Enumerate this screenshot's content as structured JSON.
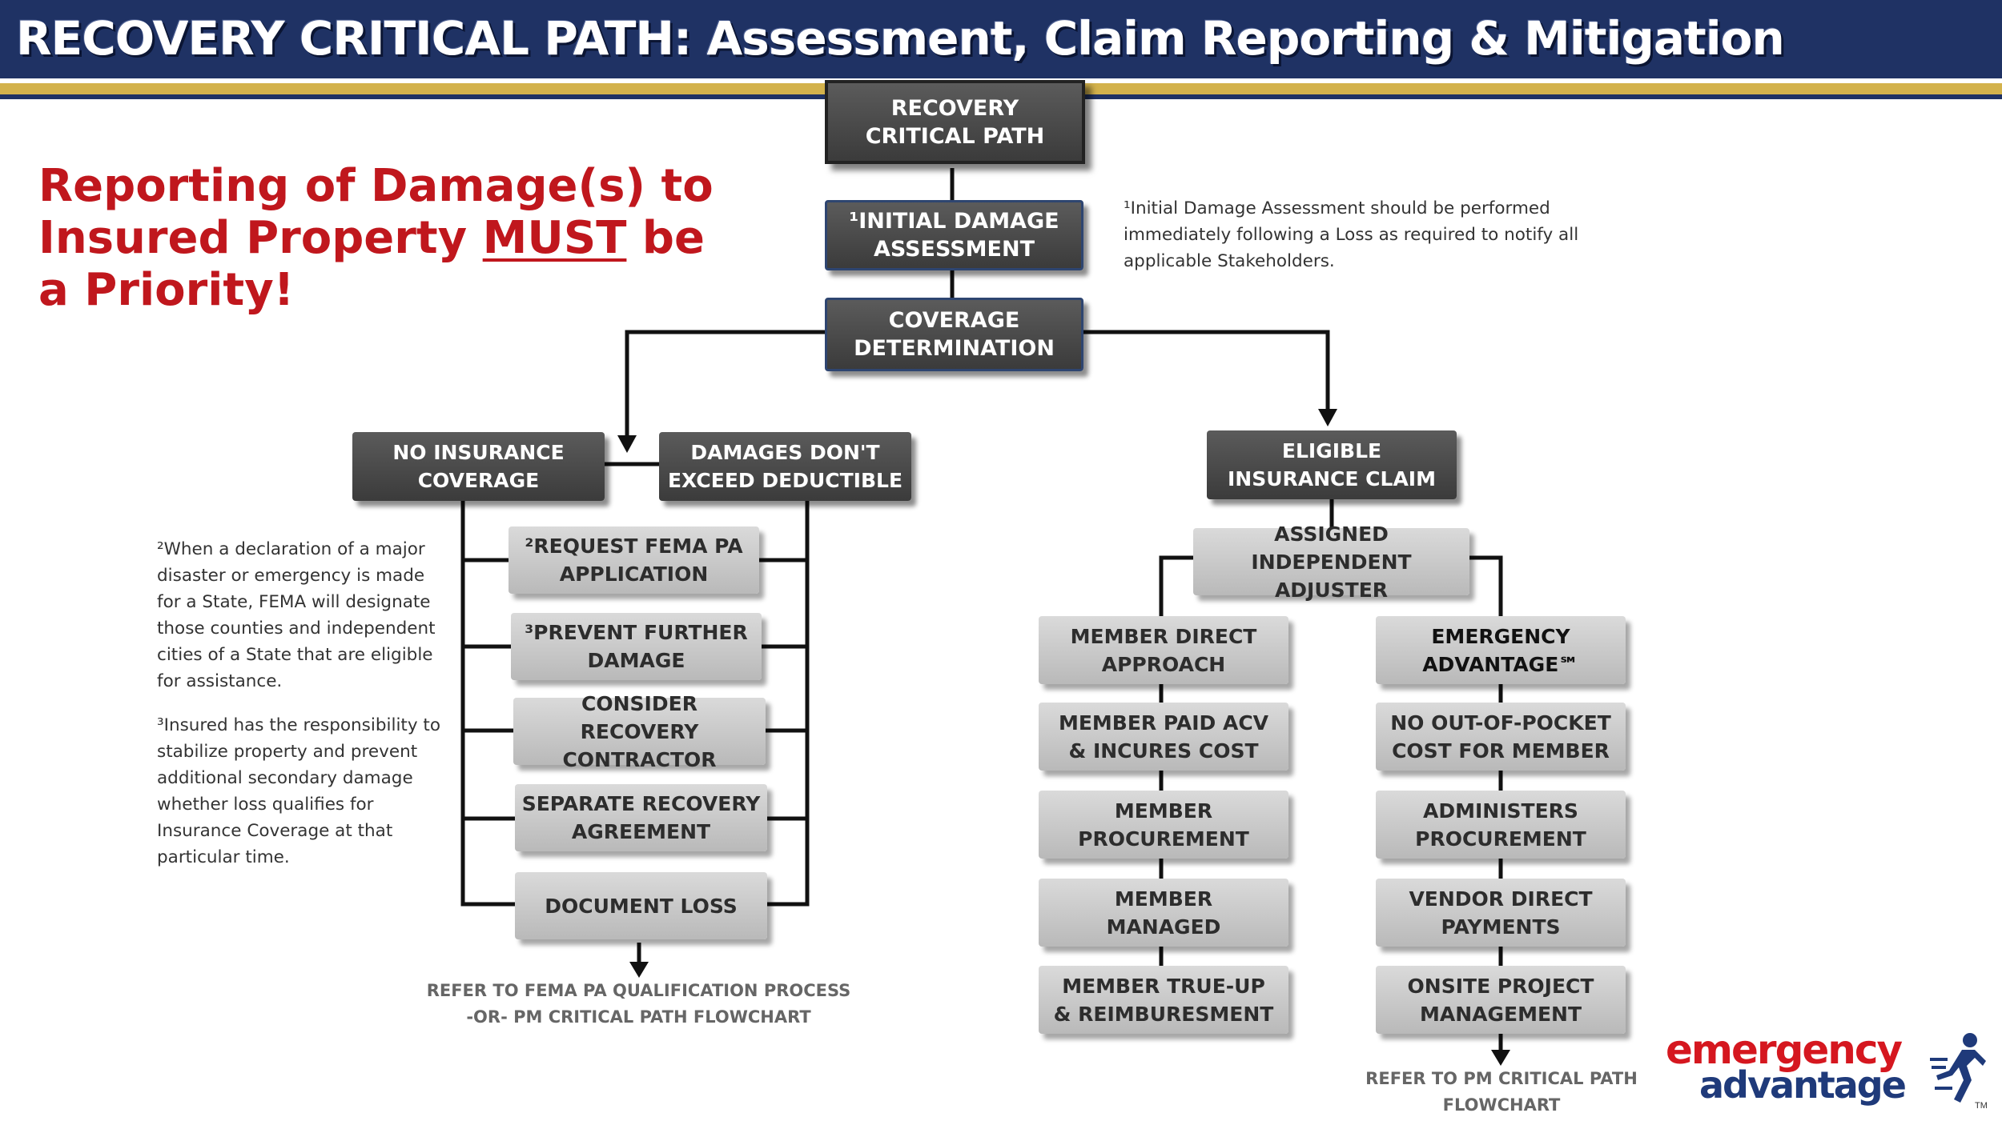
{
  "header": {
    "title": "RECOVERY CRITICAL PATH: Assessment, Claim Reporting & Mitigation"
  },
  "priority": {
    "line1": "Reporting of Damage(s) to",
    "line2_pre": "Insured Property ",
    "line2_must": "MUST",
    "line2_post": " be",
    "line3": "a Priority!"
  },
  "boxes": {
    "top": "RECOVERY\nCRITICAL PATH",
    "initial": "¹INITIAL DAMAGE\nASSESSMENT",
    "coverage": "COVERAGE\nDETERMINATION",
    "no_insurance": "NO INSURANCE\nCOVERAGE",
    "deductible": "DAMAGES DON'T\nEXCEED DEDUCTIBLE",
    "eligible": "ELIGIBLE\nINSURANCE CLAIM",
    "fema": "²REQUEST FEMA PA\nAPPLICATION",
    "prevent": "³PREVENT FURTHER\nDAMAGE",
    "consider": "CONSIDER RECOVERY\nCONTRACTOR",
    "separate": "SEPARATE RECOVERY\nAGREEMENT",
    "document": "DOCUMENT LOSS",
    "adjuster": "ASSIGNED\nINDEPENDENT ADJUSTER",
    "member_direct": "MEMBER DIRECT\nAPPROACH",
    "member_paid": "MEMBER PAID ACV\n& INCURES COST",
    "member_procurement": "MEMBER\nPROCUREMENT",
    "member_managed": "MEMBER\nMANAGED",
    "member_trueup": "MEMBER TRUE-UP\n& REIMBURESMENT",
    "ea": "EMERGENCY\nADVANTAGE℠",
    "no_oop": "NO OUT-OF-POCKET\nCOST FOR MEMBER",
    "administers": "ADMINISTERS\nPROCUREMENT",
    "vendor": "VENDOR DIRECT\nPAYMENTS",
    "onsite": "ONSITE PROJECT\nMANAGEMENT"
  },
  "notes": {
    "note1": "¹Initial Damage Assessment should be performed immediately following a Loss as required to notify all applicable Stakeholders.",
    "note2": "²When a declaration of a major disaster or emergency is made for a State, FEMA will designate those counties and independent cities of a State that are eligible for assistance.",
    "note3": "³Insured has the responsibility to stabilize property and prevent additional secondary damage whether loss qualifies for Insurance Coverage at that particular time."
  },
  "refer": {
    "left": "REFER TO FEMA PA QUALIFICATION PROCESS\n-OR-  PM CRITICAL PATH FLOWCHART",
    "right": "REFER TO PM CRITICAL PATH\nFLOWCHART"
  },
  "logo": {
    "top": "emergency",
    "bottom": "advantage",
    "tm": "TM"
  },
  "colors": {
    "navy": "#1f3264",
    "gold": "#d3b24c",
    "red": "#c0171d",
    "dark_box": "#444444",
    "light_box": "#c9c9c9"
  }
}
